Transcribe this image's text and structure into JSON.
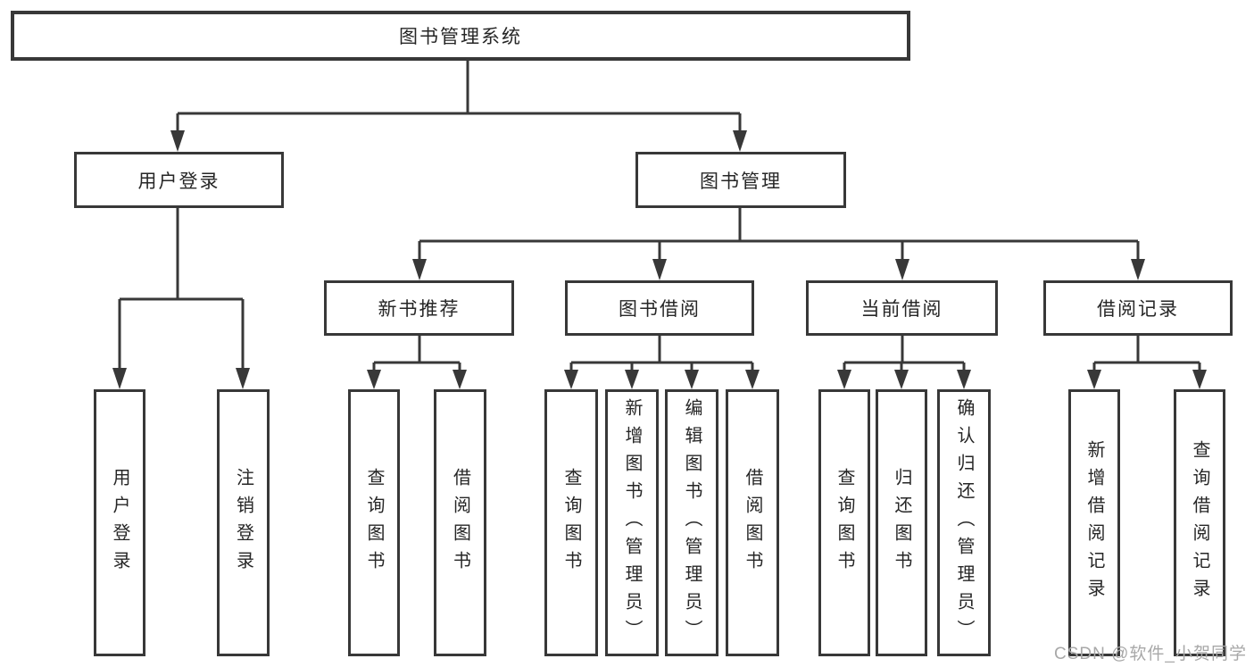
{
  "colors": {
    "line": "#383838",
    "box_border": "#383838",
    "text": "#262626",
    "background": "#ffffff",
    "watermark": "#a8a8a8"
  },
  "watermark": "CSDN @软件_小贺同学",
  "tree": {
    "root": {
      "label": "图书管理系统",
      "children": [
        {
          "label": "用户登录",
          "children": [
            {
              "label": "用户登录"
            },
            {
              "label": "注销登录"
            }
          ]
        },
        {
          "label": "图书管理",
          "children": [
            {
              "label": "新书推荐",
              "children": [
                {
                  "label": "查询图书"
                },
                {
                  "label": "借阅图书"
                }
              ]
            },
            {
              "label": "图书借阅",
              "children": [
                {
                  "label": "查询图书"
                },
                {
                  "label": "新增图书（管理员）"
                },
                {
                  "label": "编辑图书（管理员）"
                },
                {
                  "label": "借阅图书"
                }
              ]
            },
            {
              "label": "当前借阅",
              "children": [
                {
                  "label": "查询图书"
                },
                {
                  "label": "归还图书"
                },
                {
                  "label": "确认归还（管理员）"
                }
              ]
            },
            {
              "label": "借阅记录",
              "children": [
                {
                  "label": "新增借阅记录"
                },
                {
                  "label": "查询借阅记录"
                }
              ]
            }
          ]
        }
      ]
    }
  }
}
